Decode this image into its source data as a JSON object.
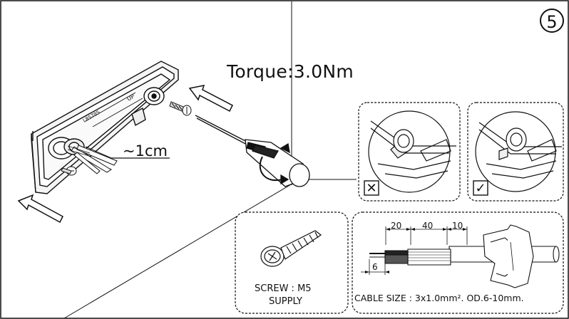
{
  "step": {
    "number": "5"
  },
  "torque": {
    "label": "Torque:3.0Nm"
  },
  "strip_length": {
    "label": "~1cm"
  },
  "device": {
    "text_up": "UP",
    "text_model": "L85785"
  },
  "screw_panel": {
    "line1": "SCREW : M5",
    "line2": "SUPPLY"
  },
  "cable_panel": {
    "dimensions": [
      "20",
      "40",
      "10",
      "6"
    ],
    "label": "CABLE SIZE : 3x1.0mm². OD.6-10mm."
  },
  "checks": {
    "wrong_mark": "✕",
    "right_mark": "✓"
  }
}
